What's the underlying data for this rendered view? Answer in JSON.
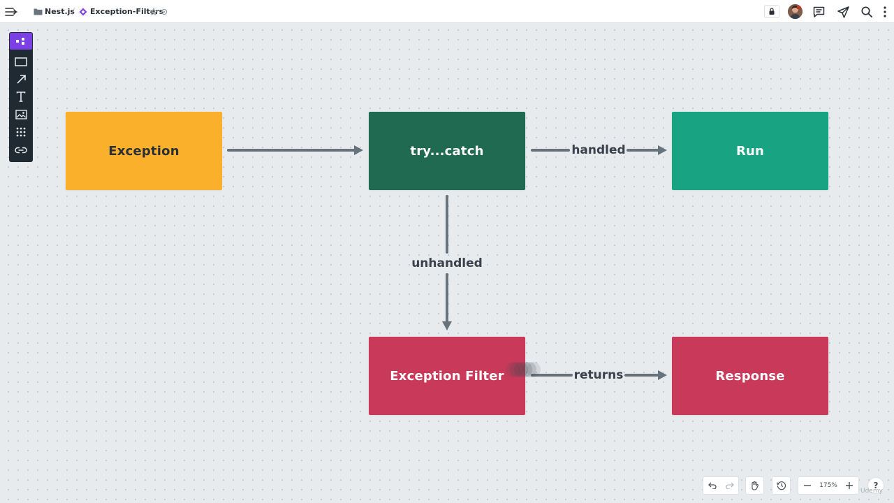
{
  "header": {
    "breadcrumb": [
      {
        "label": "Nest.js",
        "icon": "folder-icon"
      },
      {
        "label": "Exception-Filters",
        "icon": "diamond-icon"
      }
    ],
    "separator": "/"
  },
  "colors": {
    "accent": "#7b3fe4",
    "exception": "#fbb02c",
    "try_catch": "#1f6a50",
    "run": "#18a383",
    "filter": "#c9395a",
    "response": "#c9395a",
    "connector": "#66727c"
  },
  "diagram": {
    "nodes": {
      "exception": "Exception",
      "try_catch": "try...catch",
      "run": "Run",
      "exception_filter": "Exception Filter",
      "response": "Response"
    },
    "edges": {
      "handled": "handled",
      "unhandled": "unhandled",
      "returns": "returns"
    }
  },
  "bottom_controls": {
    "zoom": "175%",
    "help": "?"
  },
  "watermark": "Udemy"
}
